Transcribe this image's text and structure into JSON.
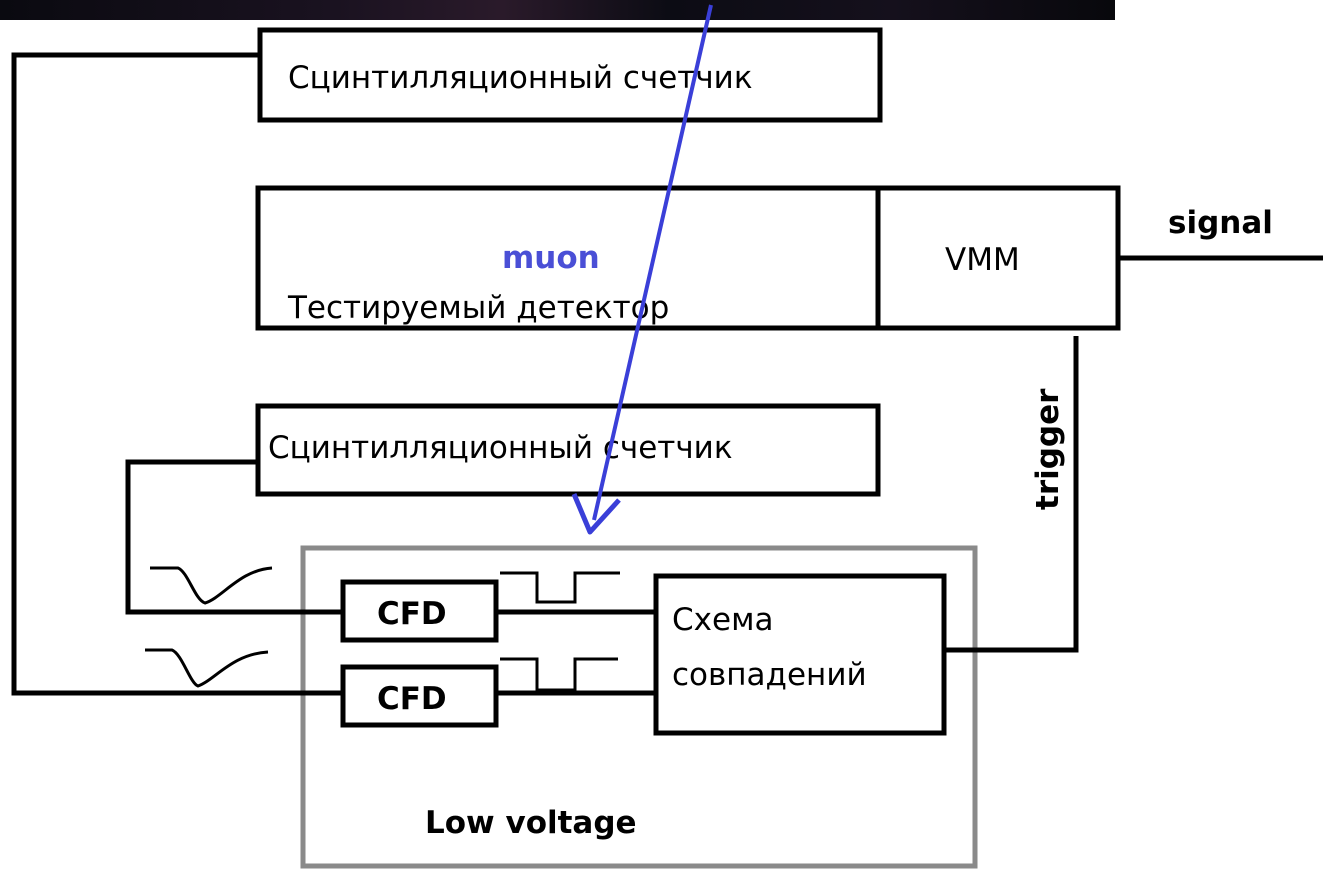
{
  "blocks": {
    "top_counter": "Сцинтилляционный счетчик",
    "bottom_counter": "Сцинтилляционный счетчик",
    "detector": "Тестируемый детектор",
    "vmm": "VMM",
    "cfd_top": "CFD",
    "cfd_bottom": "CFD",
    "coincidence_line1": "Схема",
    "coincidence_line2": "совпадений",
    "low_voltage": "Low voltage"
  },
  "labels": {
    "muon": "muon",
    "signal": "signal",
    "trigger": "trigger"
  },
  "colors": {
    "muon": "#4a4fd6",
    "arrow": "#3a3fd8",
    "box_border": "#000000",
    "low_voltage_border": "#8a8a8a"
  }
}
